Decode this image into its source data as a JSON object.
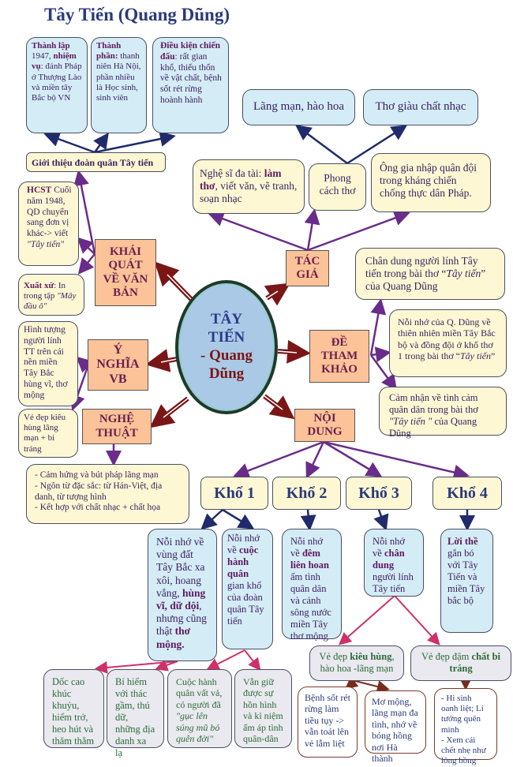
{
  "title": "Tây Tiến (Quang Dũng)",
  "center": {
    "line1": "TÂY",
    "line2": "TIẾN",
    "line3": "- Quang",
    "line4": "Dũng"
  },
  "intro": {
    "label": "Giới thiệu đoàn quân Tây tiến",
    "b1": {
      "t1": "Thành lập",
      "t2": " 1947, ",
      "t3": "nhiệm vụ",
      "t4": ": đánh Pháp ở Thượng Lào và miền tây Bắc bộ VN"
    },
    "b2": {
      "t1": "Thành phần:",
      "t2": " thanh niên Hà Nội, phần nhiều là Học sinh, sinh viên"
    },
    "b3": {
      "t1": "Điều kiện chiến đấu",
      "t2": ": rất gian khổ, thiếu thốn về vật chất, bệnh sốt rét rừng hoành hành"
    }
  },
  "author": {
    "label": "TÁC GIẢ",
    "artist": {
      "t1": "Nghệ sĩ đa tài: ",
      "t2": "làm thơ",
      "t3": ", viết văn, vẽ tranh, soạn nhạc"
    },
    "style": "Phong cách thơ",
    "army": "Ông gia nhập quân đội trong kháng chiến chống thực dân Pháp.",
    "style1": "Lãng mạn, hào hoa",
    "style2": "Thơ giàu chất nhạc"
  },
  "overview": {
    "label": "KHÁI QUÁT VỀ VĂN BẢN",
    "hcst": {
      "t1": "HCST",
      "t2": " Cuối năm 1948, QD chuyển sang đơn vị khác-> viết ",
      "t3": "\"Tây tiến\""
    },
    "origin": {
      "t1": "Xuất xứ",
      "t2": ": In trong tập ",
      "t3": "\"Mây đầu ô\""
    }
  },
  "meaning": {
    "label": "Ý NGHĨA VB",
    "text": "Hình tượng người lính TT trên cái nền miền Tây Bắc hùng vĩ, thơ mộng",
    "beauty": "Vẻ đẹp kiêu hùng lãng mạn + bi tráng"
  },
  "art": {
    "label": "NGHỆ THUẬT",
    "items": [
      "- Cảm hứng và bút pháp lãng mạn",
      "- Ngôn từ đặc sắc: từ Hán-Việt, địa danh, từ tượng hình",
      "- Kết hợp với chất nhạc + chất họa"
    ]
  },
  "reference": {
    "label": "ĐỀ THAM KHẢO",
    "r1": {
      "t1": "Chân dung người lính Tây tiến trong bài thơ “",
      "t2": "Tây tiến",
      "t3": "” của Quang Dũng"
    },
    "r2": {
      "t1": "Nỗi nhớ của Q. Dũng về thiên nhiên miền Tây Bắc bộ và đồng đội ở khổ thơ 1 trong bài thơ “",
      "t2": "Tây tiến",
      "t3": "”"
    },
    "r3": {
      "t1": "Cảm nhận về tình cảm quân dân trong bài thơ ",
      "t2": "\"Tây tiến \"",
      "t3": " của Quang Dũng"
    }
  },
  "content": {
    "label": "NỘI DUNG",
    "stanzas": [
      "Khổ 1",
      "Khổ 2",
      "Khổ 3",
      "Khổ 4"
    ],
    "k1a": {
      "t1": "Nỗi nhớ về vùng đất Tây Bắc xa xôi, hoang vắng, ",
      "t2": "hùng vĩ, dữ dội",
      "t3": ", nhưng cũng thật ",
      "t4": "thơ mộng."
    },
    "k1b": {
      "t1": "Nỗi nhớ về ",
      "t2": "cuộc hành quân",
      "t3": " gian khổ của đoàn quân Tây tiến"
    },
    "k2": {
      "t1": "Nỗi nhớ về ",
      "t2": "đêm liên hoan",
      "t3": " ấm tình quân dân và cảnh sông nước miền Tây thơ mộng"
    },
    "k3": {
      "t1": "Nỗi nhớ về ",
      "t2": "chân dung",
      "t3": " người lính Tây tiến"
    },
    "k4": {
      "t1": "Lời thề",
      "t2": " gắn bó với Tây Tiến và miền Tây bắc bộ"
    },
    "details": [
      "Dốc cao khúc khuỷu, hiểm trở, heo hút và thăm thẳm",
      "Bí hiểm với thác gầm, thú dữ, những địa danh xa lạ",
      "Vẫn giữ được sự hồn hình và kỉ niệm ấm áp tình quân-dân"
    ],
    "march": {
      "t1": "Cuộc hành quân vất vả, có người đã ",
      "t2": "\"gục lên súng mũ bỏ quên đời\""
    },
    "heroic": {
      "t1": "Vẻ đẹp ",
      "t2": "kiêu hùng",
      "t3": ", hào hoa -lãng mạn"
    },
    "tragic": {
      "t1": "Vẻ đẹp đậm ",
      "t2": "chất bi tráng"
    },
    "h1": "Bệnh sốt rét rừng làm tiều tụy -> vẫn toát lên vẻ lẫm liệt",
    "h2": "Mơ mộng, lãng mạn đa tình, nhớ về bóng hồng nơi Hà thành",
    "t1": "- Hi sinh oanh liệt; Lí tưởng quên mình",
    "t2": "- Xem cái chết nhẹ như lông hồng"
  },
  "colors": {
    "purple": "#6a2c8a",
    "navy": "#1f2b6b",
    "darkred": "#7a1616",
    "pink": "#d0306a",
    "orange": "#fbc397",
    "blue": "#d4ecf6",
    "yellow": "#fdf8d3"
  }
}
